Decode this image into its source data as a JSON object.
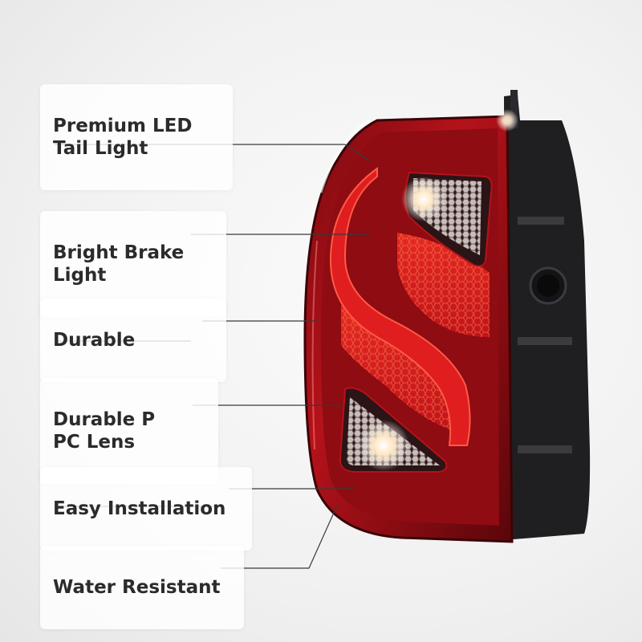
{
  "features": {
    "premium_led": "Premium LED\nTail Light",
    "brake_light": "Bright Brake\nLight",
    "durable": "Durable",
    "pc_lens": "Durable P\nPC Lens",
    "easy_install": "Easy Installation",
    "water_resistant": "Water Resistant"
  },
  "colors": {
    "lens_red": "#c4161c",
    "housing_dark": "#1f1f22",
    "label_text": "#2b2b2b"
  }
}
